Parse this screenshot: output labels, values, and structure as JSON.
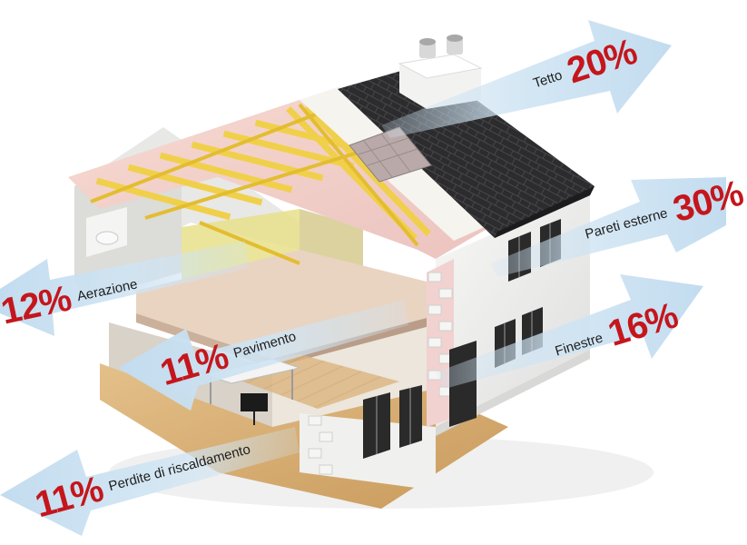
{
  "diagram": {
    "colors": {
      "arrow": "#cfe4f3",
      "percent": "#c4161c",
      "roof_tiles": "#2b2b2d",
      "walls": "#f2f2f0",
      "insulation": "#f1d2d0",
      "timber": "#f0d04a",
      "floor": "#d9b27c"
    },
    "labels": [
      {
        "id": "tetto",
        "name": "Tetto",
        "value": "20%"
      },
      {
        "id": "pareti",
        "name": "Pareti esterne",
        "value": "30%"
      },
      {
        "id": "finestre",
        "name": "Finestre",
        "value": "16%"
      },
      {
        "id": "aerazione",
        "name": "Aerazione",
        "value": "12%"
      },
      {
        "id": "pavimento",
        "name": "Pavimento",
        "value": "11%"
      },
      {
        "id": "riscaldamento",
        "name": "Perdite di riscaldamento",
        "value": "11%"
      }
    ]
  }
}
